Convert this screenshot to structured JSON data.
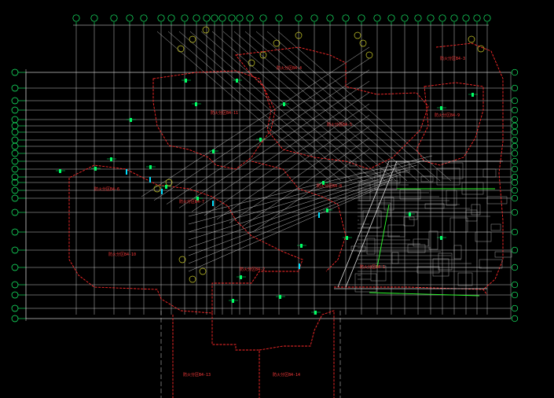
{
  "drawing": {
    "background": "#000000",
    "colors": {
      "grid": "#e8e8e8",
      "fire_zone": "#ff2a2a",
      "axis_bubble": "#19ff6e",
      "detail": "#b0b0b0",
      "annotation": "#00ff66",
      "highlight": "#00e0ff"
    },
    "fire_zone_labels": [
      {
        "text": "防火分区B4-6",
        "icon": "zone-label"
      },
      {
        "text": "防火分区B4-7",
        "icon": "zone-label"
      },
      {
        "text": "防火分区B4-4",
        "icon": "zone-label"
      },
      {
        "text": "防火分区B4-5",
        "icon": "zone-label"
      },
      {
        "text": "防火分区B4-3",
        "icon": "zone-label"
      },
      {
        "text": "防火分区B4-8",
        "icon": "zone-label"
      },
      {
        "text": "防火分区B4-9",
        "icon": "zone-label"
      },
      {
        "text": "防火分区B4-10",
        "icon": "zone-label"
      },
      {
        "text": "防火分区B4-2",
        "icon": "zone-label"
      },
      {
        "text": "防火分区B4-1",
        "icon": "zone-label"
      },
      {
        "text": "防火分区B4-11",
        "icon": "zone-label"
      },
      {
        "text": "防火分区B4-13",
        "icon": "zone-label"
      },
      {
        "text": "防火分区B4-14",
        "icon": "zone-label"
      }
    ]
  }
}
